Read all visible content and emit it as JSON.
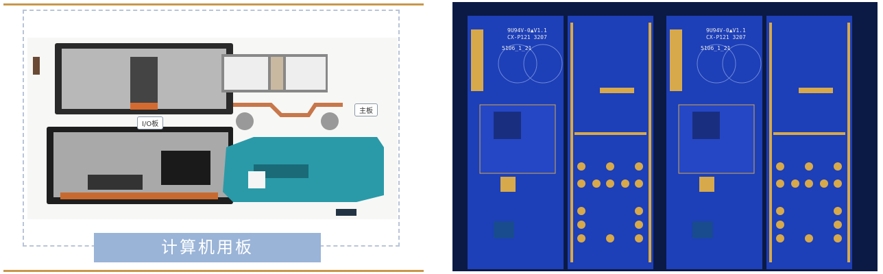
{
  "left_panel": {
    "caption": "计算机用板",
    "callouts": {
      "io_board": "I/O板",
      "main_board": "主板"
    }
  },
  "right_panel": {
    "silkscreen": [
      "9U94V-0▲V1.1",
      "CX-P121 3207",
      "5106_1_21"
    ]
  },
  "colors": {
    "rule": "#c8964a",
    "caption_bg": "#9ab4d8",
    "pcb_blue": "#1d3fb8",
    "pad_gold": "#d7a94a",
    "board_teal": "#2a9aa8"
  }
}
